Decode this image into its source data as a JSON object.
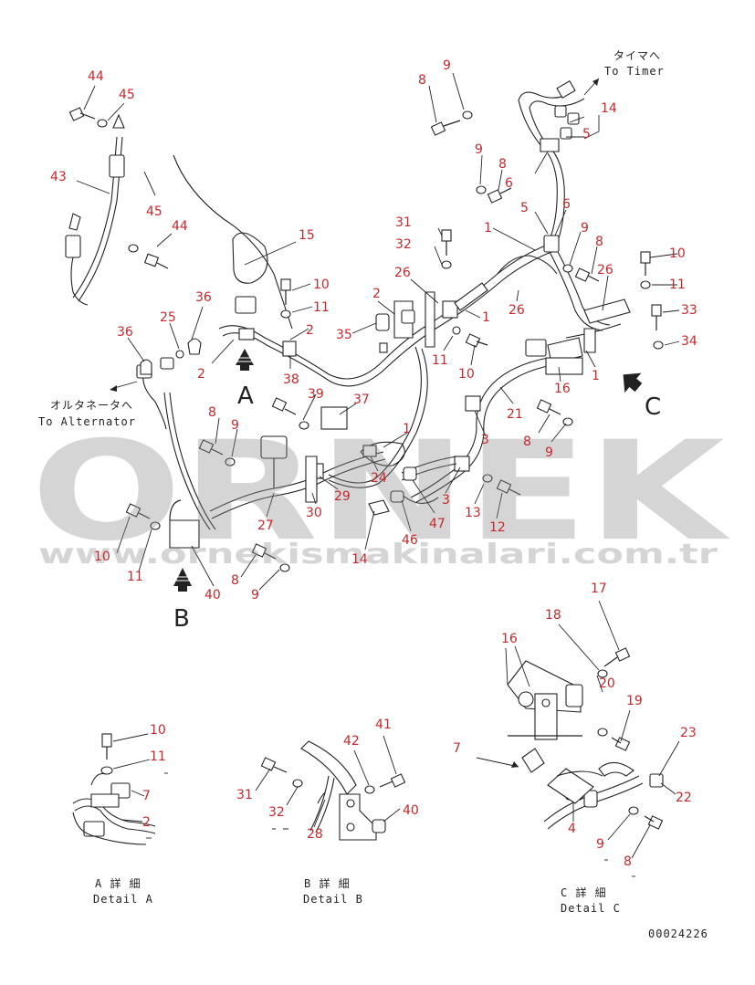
{
  "labels": {
    "to_timer_jp": "タイマへ",
    "to_timer": "To Timer",
    "to_alt_jp": "オルタネータへ",
    "to_alt": "To Alternator",
    "view_a": "A",
    "view_b": "B",
    "view_c": "C",
    "detail_a_jp": "A 詳 細",
    "detail_a": "Detail A",
    "detail_b_jp": "B 詳 細",
    "detail_b": "Detail B",
    "detail_c_jp": "C 詳 細",
    "detail_c": "Detail C",
    "drawing_no": "00024226"
  },
  "watermark": {
    "brand": "ORNEK",
    "url": "www.ornekismakinalari.com.tr"
  },
  "colors": {
    "callout": "#c8282d",
    "line": "#222222"
  },
  "callouts": [
    {
      "id": "c1",
      "num": "44"
    },
    {
      "id": "c2",
      "num": "45"
    },
    {
      "id": "c3",
      "num": "43"
    },
    {
      "id": "c4",
      "num": "45"
    },
    {
      "id": "c5",
      "num": "44"
    },
    {
      "id": "c6",
      "num": "15"
    },
    {
      "id": "c7",
      "num": "36"
    },
    {
      "id": "c8",
      "num": "25"
    },
    {
      "id": "c9",
      "num": "36"
    },
    {
      "id": "c10",
      "num": "2"
    },
    {
      "id": "c11",
      "num": "10"
    },
    {
      "id": "c12",
      "num": "11"
    },
    {
      "id": "c13",
      "num": "2"
    },
    {
      "id": "c14",
      "num": "38"
    },
    {
      "id": "c15",
      "num": "2"
    },
    {
      "id": "c16",
      "num": "35"
    },
    {
      "id": "c17",
      "num": "26"
    },
    {
      "id": "c18",
      "num": "11"
    },
    {
      "id": "c19",
      "num": "10"
    },
    {
      "id": "c20",
      "num": "8"
    },
    {
      "id": "c21",
      "num": "9"
    },
    {
      "id": "c22",
      "num": "14"
    },
    {
      "id": "c23",
      "num": "5"
    },
    {
      "id": "c24",
      "num": "9"
    },
    {
      "id": "c25",
      "num": "8"
    },
    {
      "id": "c26",
      "num": "6"
    },
    {
      "id": "c27",
      "num": "5"
    },
    {
      "id": "c28",
      "num": "6"
    },
    {
      "id": "c29",
      "num": "31"
    },
    {
      "id": "c30",
      "num": "32"
    },
    {
      "id": "c31",
      "num": "1"
    },
    {
      "id": "c32",
      "num": "9"
    },
    {
      "id": "c33",
      "num": "8"
    },
    {
      "id": "c34",
      "num": "26"
    },
    {
      "id": "c35",
      "num": "10"
    },
    {
      "id": "c36",
      "num": "11"
    },
    {
      "id": "c37",
      "num": "33"
    },
    {
      "id": "c38",
      "num": "34"
    },
    {
      "id": "c39",
      "num": "26"
    },
    {
      "id": "c40",
      "num": "1"
    },
    {
      "id": "c41",
      "num": "1"
    },
    {
      "id": "c42",
      "num": "16"
    },
    {
      "id": "c43",
      "num": "21"
    },
    {
      "id": "c44",
      "num": "8"
    },
    {
      "id": "c45",
      "num": "9"
    },
    {
      "id": "c46",
      "num": "39"
    },
    {
      "id": "c47",
      "num": "37"
    },
    {
      "id": "c48",
      "num": "1"
    },
    {
      "id": "c49",
      "num": "3"
    },
    {
      "id": "c50",
      "num": "8"
    },
    {
      "id": "c51",
      "num": "9"
    },
    {
      "id": "c52",
      "num": "24"
    },
    {
      "id": "c53",
      "num": "29"
    },
    {
      "id": "c54",
      "num": "30"
    },
    {
      "id": "c55",
      "num": "27"
    },
    {
      "id": "c56",
      "num": "3"
    },
    {
      "id": "c57",
      "num": "13"
    },
    {
      "id": "c58",
      "num": "12"
    },
    {
      "id": "c59",
      "num": "47"
    },
    {
      "id": "c60",
      "num": "46"
    },
    {
      "id": "c61",
      "num": "14"
    },
    {
      "id": "c62",
      "num": "10"
    },
    {
      "id": "c63",
      "num": "11"
    },
    {
      "id": "c64",
      "num": "8"
    },
    {
      "id": "c65",
      "num": "9"
    },
    {
      "id": "c66",
      "num": "40"
    },
    {
      "id": "c67",
      "num": "17"
    },
    {
      "id": "c68",
      "num": "18"
    },
    {
      "id": "c69",
      "num": "16"
    },
    {
      "id": "c70",
      "num": "20"
    },
    {
      "id": "c71",
      "num": "19"
    },
    {
      "id": "c72",
      "num": "7"
    },
    {
      "id": "c73",
      "num": "23"
    },
    {
      "id": "c74",
      "num": "22"
    },
    {
      "id": "c75",
      "num": "4"
    },
    {
      "id": "c76",
      "num": "9"
    },
    {
      "id": "c77",
      "num": "8"
    },
    {
      "id": "c78",
      "num": "10"
    },
    {
      "id": "c79",
      "num": "11"
    },
    {
      "id": "c80",
      "num": "7"
    },
    {
      "id": "c81",
      "num": "2"
    },
    {
      "id": "c82",
      "num": "41"
    },
    {
      "id": "c83",
      "num": "42"
    },
    {
      "id": "c84",
      "num": "31"
    },
    {
      "id": "c85",
      "num": "32"
    },
    {
      "id": "c86",
      "num": "40"
    },
    {
      "id": "c87",
      "num": "28"
    }
  ]
}
